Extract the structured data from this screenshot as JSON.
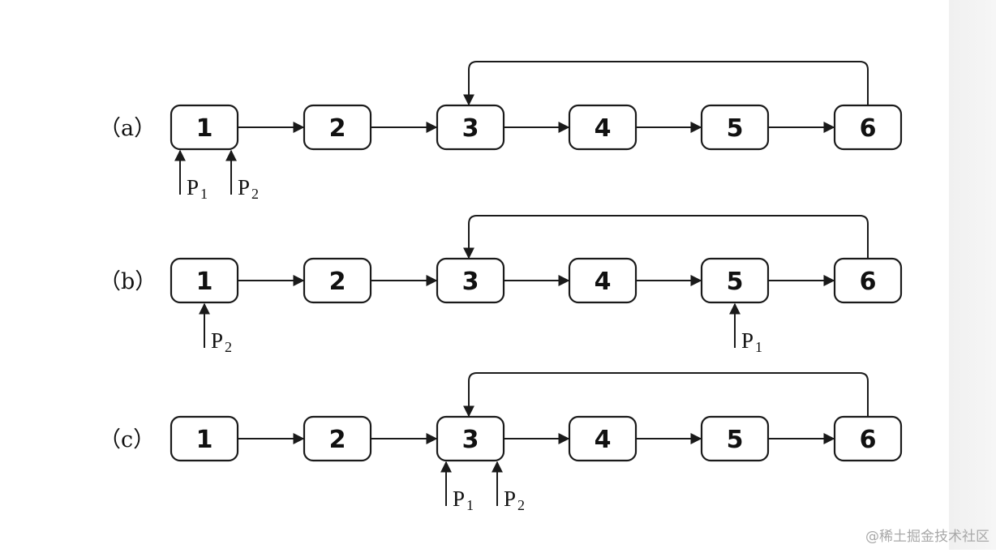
{
  "diagram": {
    "rows": [
      {
        "label": "（a）",
        "nodes": [
          "1",
          "2",
          "3",
          "4",
          "5",
          "6"
        ],
        "cycle": {
          "from": "6",
          "to": "3"
        },
        "pointers": [
          {
            "node": "1",
            "side": "left",
            "name": "P",
            "sub": "1"
          },
          {
            "node": "1",
            "side": "right",
            "name": "P",
            "sub": "2"
          }
        ]
      },
      {
        "label": "（b）",
        "nodes": [
          "1",
          "2",
          "3",
          "4",
          "5",
          "6"
        ],
        "cycle": {
          "from": "6",
          "to": "3"
        },
        "pointers": [
          {
            "node": "1",
            "side": "center",
            "name": "P",
            "sub": "2"
          },
          {
            "node": "5",
            "side": "center",
            "name": "P",
            "sub": "1"
          }
        ]
      },
      {
        "label": "（c）",
        "nodes": [
          "1",
          "2",
          "3",
          "4",
          "5",
          "6"
        ],
        "cycle": {
          "from": "6",
          "to": "3"
        },
        "pointers": [
          {
            "node": "3",
            "side": "left",
            "name": "P",
            "sub": "1"
          },
          {
            "node": "3",
            "side": "right",
            "name": "P",
            "sub": "2"
          }
        ]
      }
    ]
  },
  "watermark": "@稀土掘金技术社区",
  "colors": {
    "stroke": "#1a1a1a",
    "node_fill": "#ffffff",
    "background": "#ffffff"
  }
}
